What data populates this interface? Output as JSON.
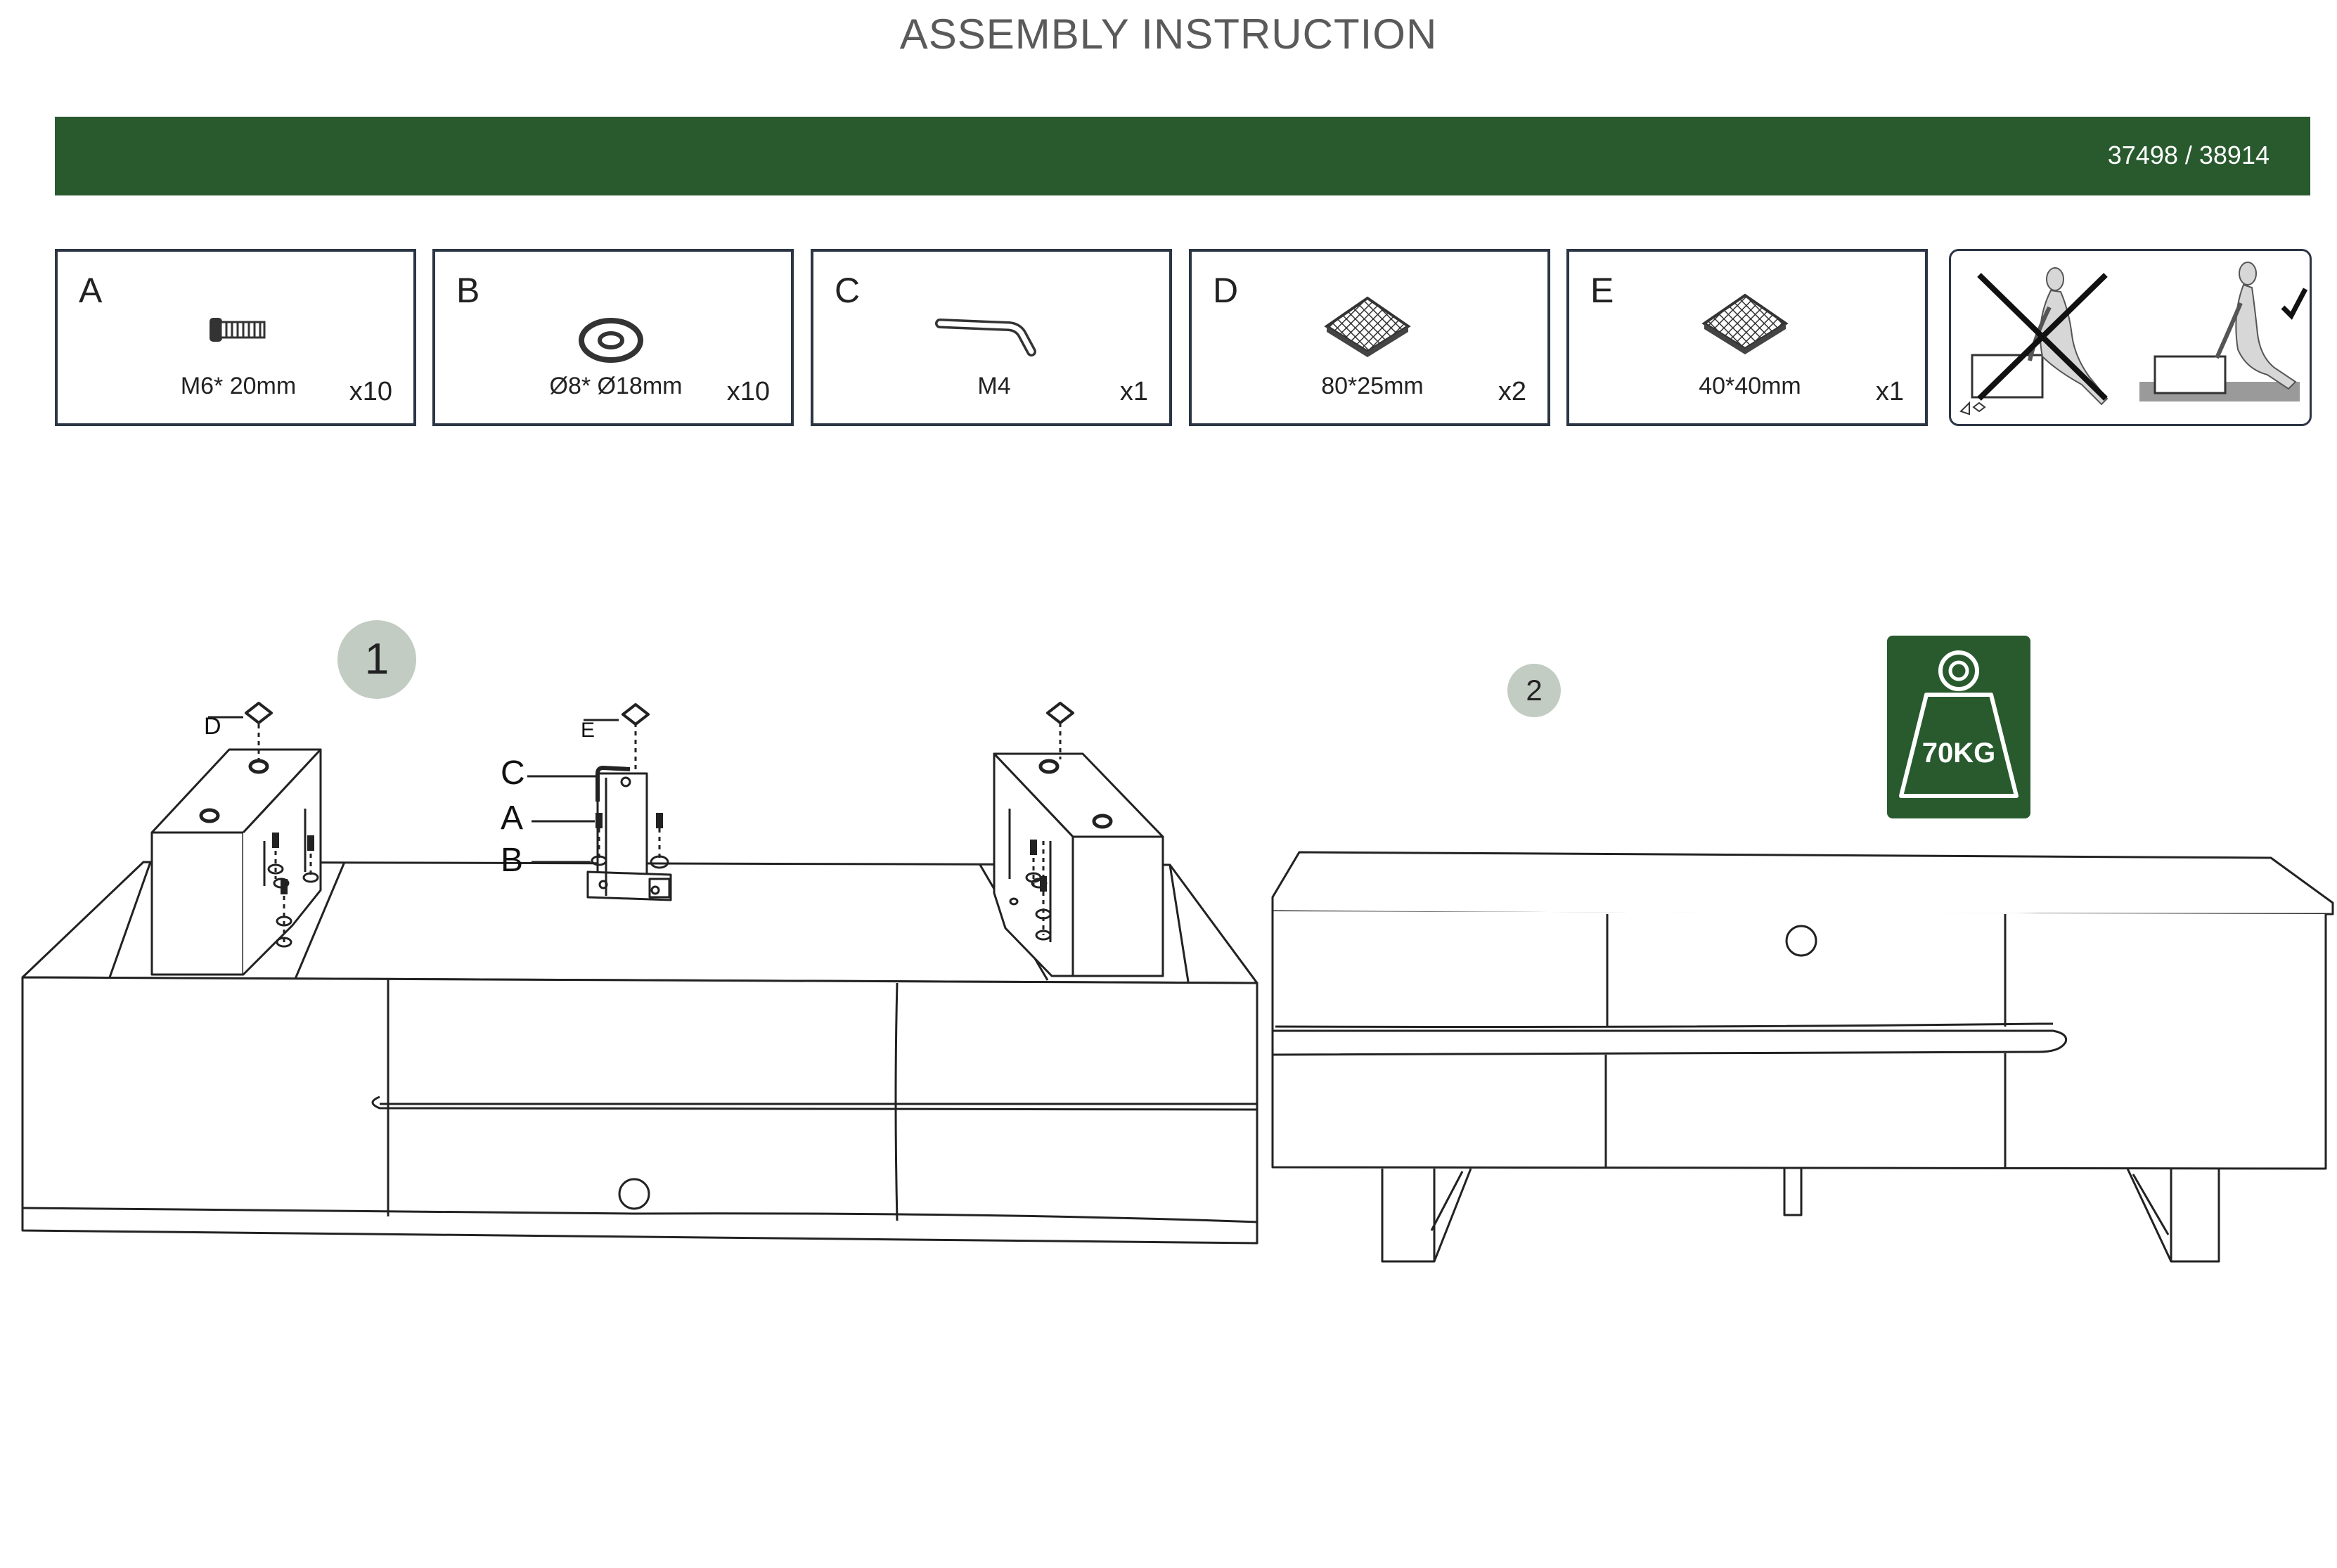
{
  "header": {
    "title": "ASSEMBLY INSTRUCTION",
    "product_code": "37498 / 38914",
    "brand_color": "#285a2e"
  },
  "parts": [
    {
      "letter": "A",
      "spec": "M6* 20mm",
      "qty": "x10",
      "icon": "bolt-icon"
    },
    {
      "letter": "B",
      "spec": "Ø8* Ø18mm",
      "qty": "x10",
      "icon": "washer-icon"
    },
    {
      "letter": "C",
      "spec": "M4",
      "qty": "x1",
      "icon": "allen-key-icon"
    },
    {
      "letter": "D",
      "spec": "80*25mm",
      "qty": "x2",
      "icon": "felt-pad-icon"
    },
    {
      "letter": "E",
      "spec": "40*40mm",
      "qty": "x1",
      "icon": "felt-pad-icon"
    }
  ],
  "steps": [
    {
      "number": "1",
      "callouts": {
        "d": "D",
        "e": "E",
        "c": "C",
        "a": "A",
        "b": "B"
      }
    },
    {
      "number": "2",
      "max_load": "70KG"
    }
  ]
}
